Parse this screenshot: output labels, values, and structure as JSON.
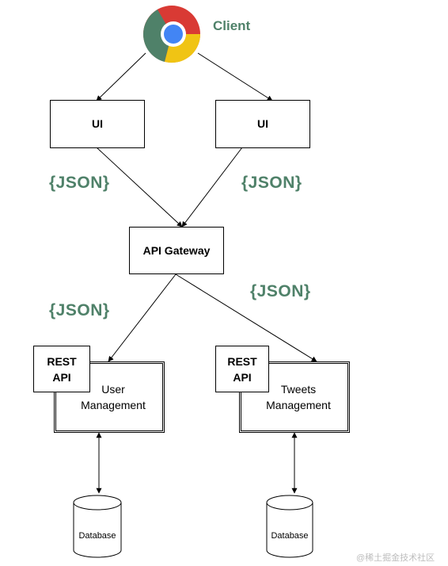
{
  "client": {
    "label": "Client",
    "icon": "chrome-browser-icon"
  },
  "ui_boxes": [
    {
      "label": "UI"
    },
    {
      "label": "UI"
    }
  ],
  "json_labels": [
    "{JSON}",
    "{JSON}",
    "{JSON}",
    "{JSON}"
  ],
  "gateway": {
    "label": "API Gateway"
  },
  "services": [
    {
      "rest_label": "REST\nAPI",
      "label": "User\nManagement"
    },
    {
      "rest_label": "REST\nAPI",
      "label": "Tweets\nManagement"
    }
  ],
  "databases": [
    {
      "label": "Database"
    },
    {
      "label": "Database"
    }
  ],
  "watermark": "@稀土掘金技术社区",
  "colors": {
    "json_text": "#4f8169",
    "chrome_red": "#d93a34",
    "chrome_yellow": "#f0c414",
    "chrome_green": "#4f8169",
    "chrome_center": "#4285f4"
  }
}
